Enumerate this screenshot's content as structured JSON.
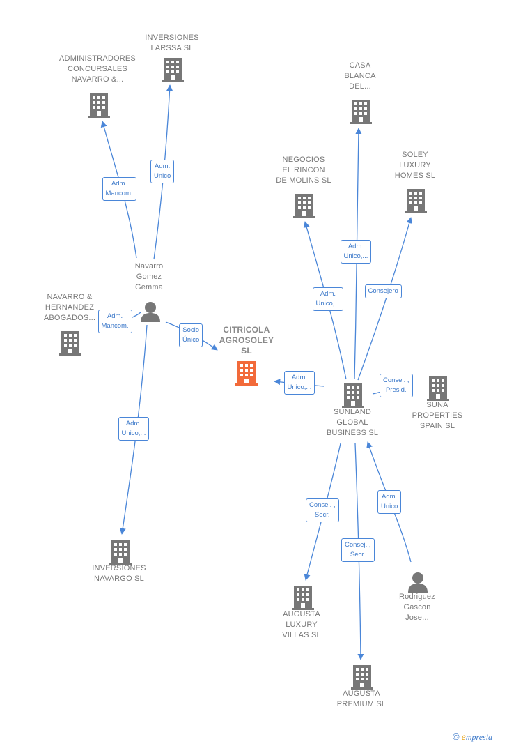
{
  "colors": {
    "edge": "#4a86d8",
    "node": "#777777",
    "center": "#f26a3a",
    "edge_text": "#3b78c9"
  },
  "nodes": [
    {
      "id": "citricola",
      "type": "company",
      "center": true,
      "lines": [
        "CITRICOLA",
        "AGROSOLEY",
        "SL"
      ],
      "label_pos": "above"
    },
    {
      "id": "navarro_gomez",
      "type": "person",
      "lines": [
        "Navarro",
        "Gomez",
        "Gemma"
      ],
      "label_pos": "above"
    },
    {
      "id": "inv_larssa",
      "type": "company",
      "lines": [
        "INVERSIONES",
        "LARSSA SL"
      ],
      "label_pos": "above"
    },
    {
      "id": "admin_conc",
      "type": "company",
      "lines": [
        "ADMINISTRADORES",
        "CONCURSALES",
        "NAVARRO &..."
      ],
      "label_pos": "above"
    },
    {
      "id": "navarro_hern",
      "type": "company",
      "lines": [
        "NAVARRO &",
        "HERNANDEZ",
        "ABOGADOS..."
      ],
      "label_pos": "above"
    },
    {
      "id": "inv_navargo",
      "type": "company",
      "lines": [
        "INVERSIONES",
        "NAVARGO SL"
      ],
      "label_pos": "below"
    },
    {
      "id": "sunland",
      "type": "company",
      "lines": [
        "SUNLAND",
        "GLOBAL",
        "BUSINESS SL"
      ],
      "label_pos": "below"
    },
    {
      "id": "casa_blanca",
      "type": "company",
      "lines": [
        "CASA",
        "BLANCA",
        "DEL..."
      ],
      "label_pos": "above"
    },
    {
      "id": "negocios",
      "type": "company",
      "lines": [
        "NEGOCIOS",
        "EL RINCON",
        "DE MOLINS SL"
      ],
      "label_pos": "above"
    },
    {
      "id": "soley",
      "type": "company",
      "lines": [
        "SOLEY",
        "LUXURY",
        "HOMES SL"
      ],
      "label_pos": "above"
    },
    {
      "id": "suna",
      "type": "company",
      "lines": [
        "SUNA",
        "PROPERTIES",
        "SPAIN SL"
      ],
      "label_pos": "below"
    },
    {
      "id": "augusta_villas",
      "type": "company",
      "lines": [
        "AUGUSTA",
        "LUXURY",
        "VILLAS SL"
      ],
      "label_pos": "below"
    },
    {
      "id": "augusta_premium",
      "type": "company",
      "lines": [
        "AUGUSTA",
        "PREMIUM SL"
      ],
      "label_pos": "below"
    },
    {
      "id": "rodriguez",
      "type": "person",
      "lines": [
        "Rodriguez",
        "Gascon",
        "Jose..."
      ],
      "label_pos": "below"
    }
  ],
  "edges": [
    {
      "from": "navarro_gomez",
      "to": "inv_larssa",
      "lines": [
        "Adm.",
        "Unico"
      ]
    },
    {
      "from": "navarro_gomez",
      "to": "admin_conc",
      "lines": [
        "Adm.",
        "Mancom."
      ]
    },
    {
      "from": "navarro_gomez",
      "to": "navarro_hern",
      "lines": [
        "Adm.",
        "Mancom."
      ]
    },
    {
      "from": "navarro_gomez",
      "to": "citricola",
      "lines": [
        "Socio",
        "Único"
      ]
    },
    {
      "from": "navarro_gomez",
      "to": "inv_navargo",
      "lines": [
        "Adm.",
        "Unico,..."
      ]
    },
    {
      "from": "sunland",
      "to": "citricola",
      "lines": [
        "Adm.",
        "Unico,..."
      ]
    },
    {
      "from": "sunland",
      "to": "casa_blanca",
      "lines": [
        "Adm.",
        "Unico,..."
      ]
    },
    {
      "from": "sunland",
      "to": "negocios",
      "lines": [
        "Adm.",
        "Unico,..."
      ]
    },
    {
      "from": "sunland",
      "to": "soley",
      "lines": [
        "Consejero"
      ]
    },
    {
      "from": "sunland",
      "to": "suna",
      "lines": [
        "Consej. ,",
        "Presid."
      ]
    },
    {
      "from": "sunland",
      "to": "augusta_villas",
      "lines": [
        "Consej. ,",
        "Secr."
      ]
    },
    {
      "from": "sunland",
      "to": "augusta_premium",
      "lines": [
        "Consej. ,",
        "Secr."
      ]
    },
    {
      "from": "rodriguez",
      "to": "sunland",
      "lines": [
        "Adm.",
        "Unico"
      ]
    }
  ],
  "brand": {
    "copyright": "©",
    "initial": "e",
    "rest": "mpresia"
  }
}
